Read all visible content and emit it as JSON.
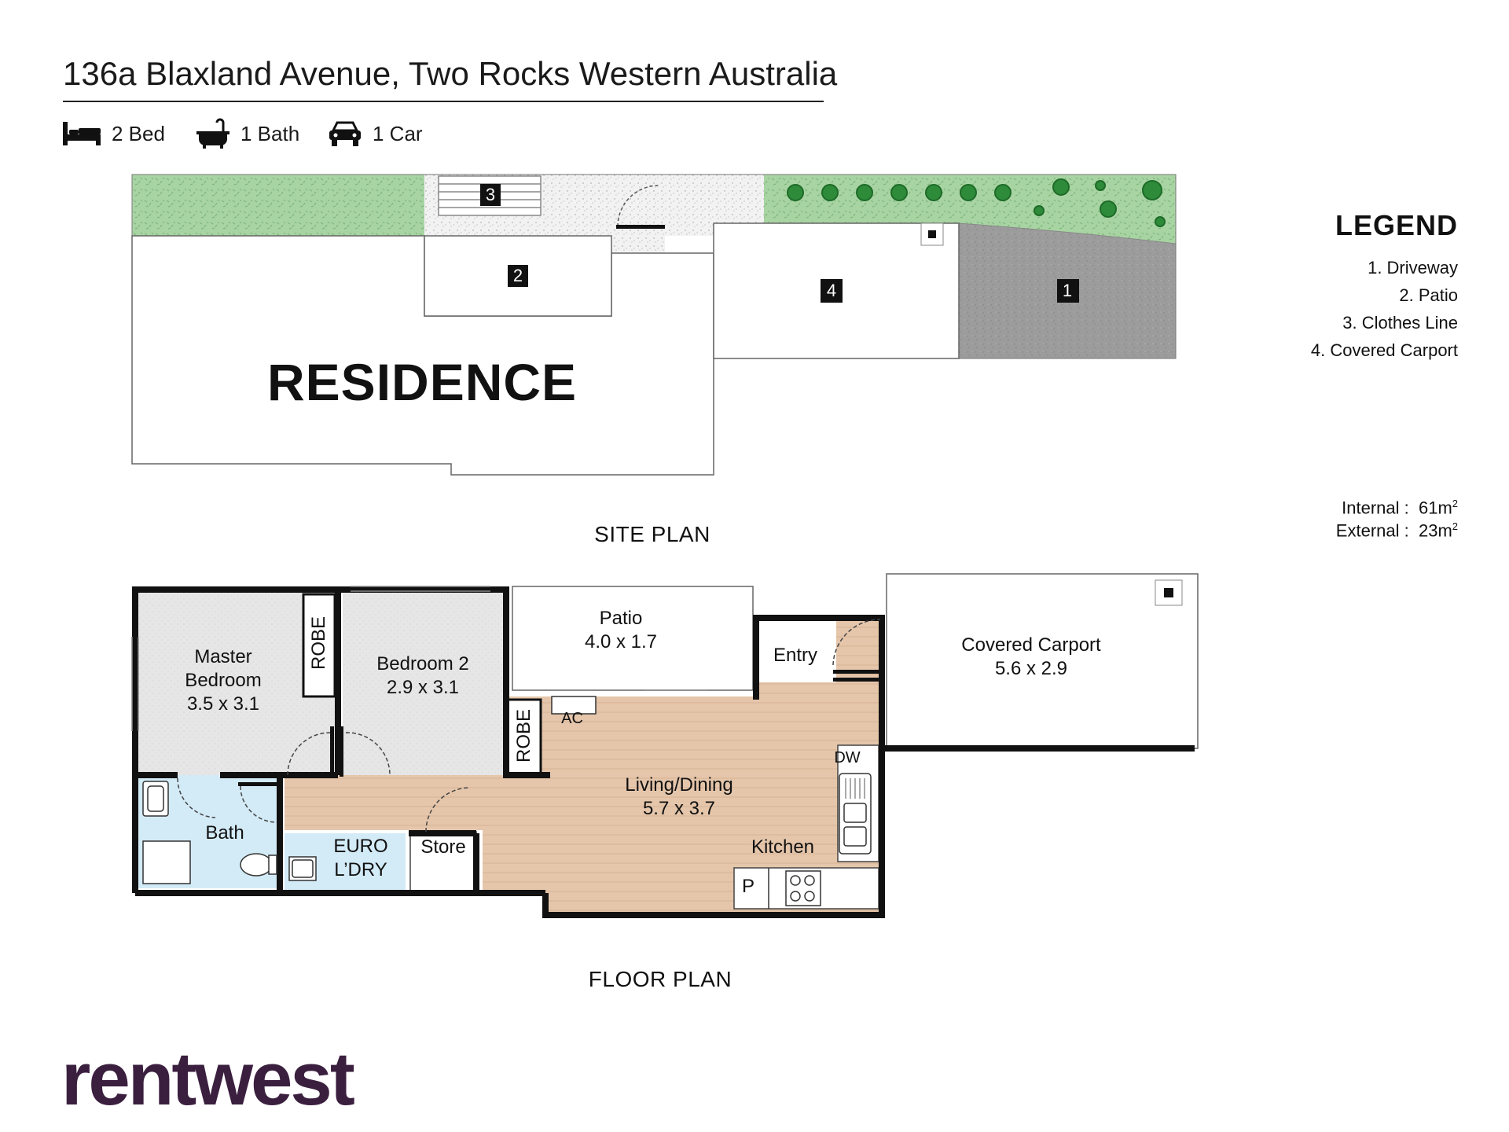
{
  "header": {
    "address": "136a Blaxland Avenue, Two Rocks Western Australia",
    "features": [
      {
        "icon": "bed-icon",
        "label": "2 Bed"
      },
      {
        "icon": "bath-icon",
        "label": "1 Bath"
      },
      {
        "icon": "car-icon",
        "label": "1 Car"
      }
    ]
  },
  "site_plan": {
    "caption": "SITE PLAN",
    "residence_label": "RESIDENCE",
    "markers": [
      "1",
      "2",
      "3",
      "4"
    ]
  },
  "legend": {
    "title": "LEGEND",
    "items": [
      "1. Driveway",
      "2. Patio",
      "3. Clothes Line",
      "4. Covered Carport"
    ]
  },
  "areas": {
    "internal_label": "Internal  :",
    "internal_value": "61m",
    "external_label": "External :",
    "external_value": "23m",
    "unit_sup": "2"
  },
  "floor_plan": {
    "caption": "FLOOR PLAN",
    "rooms": {
      "master_name_1": "Master",
      "master_name_2": "Bedroom",
      "master_dims": "3.5 x 3.1",
      "bed2_name": "Bedroom 2",
      "bed2_dims": "2.9 x 3.1",
      "patio_name": "Patio",
      "patio_dims": "4.0 x 1.7",
      "entry": "Entry",
      "carport_name": "Covered Carport",
      "carport_dims": "5.6 x 2.9",
      "living_name": "Living/Dining",
      "living_dims": "5.7 x 3.7",
      "kitchen": "Kitchen",
      "bath": "Bath",
      "euro_1": "EURO",
      "euro_2": "L’DRY",
      "store": "Store",
      "robe": "ROBE",
      "ac": "AC",
      "dw": "DW",
      "pantry": "P"
    }
  },
  "brand": {
    "logo_text": "rentwest"
  },
  "colors": {
    "lawn": "#9fcf9b",
    "driveway": "#9a9a9a",
    "floor_wood": "#e3c3a8",
    "carpet": "#e4e4e4",
    "wet_area": "#d3ebf7",
    "logo": "#3b1f3f"
  }
}
